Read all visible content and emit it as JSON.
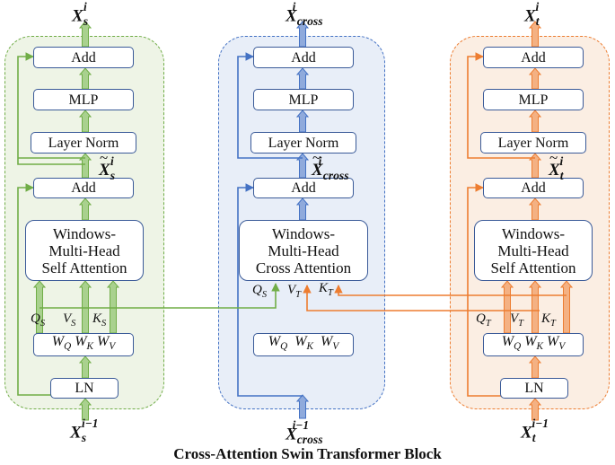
{
  "caption": "Cross-Attention Swin Transformer Block",
  "colors": {
    "green": "#70ad47",
    "blue": "#4472c4",
    "orange": "#ed7d31"
  },
  "left_block": {
    "output": {
      "base": "X",
      "sub": "s",
      "sup": "i"
    },
    "input": {
      "base": "X",
      "sub": "s",
      "sup": "i−1"
    },
    "mid": {
      "base": "X",
      "sub": "s",
      "sup": "i"
    },
    "add_top": "Add",
    "mlp": "MLP",
    "layer_norm": "Layer Norm",
    "add_bottom": "Add",
    "attention": [
      "Windows-",
      "Multi-Head",
      "Self Attention"
    ],
    "q": {
      "base": "Q",
      "sub": "S"
    },
    "v": {
      "base": "V",
      "sub": "S"
    },
    "k": {
      "base": "K",
      "sub": "S"
    },
    "wq": {
      "base": "W",
      "sub": "Q"
    },
    "wk": {
      "base": "W",
      "sub": "K"
    },
    "wv": {
      "base": "W",
      "sub": "V"
    },
    "ln": "LN"
  },
  "middle_block": {
    "output": {
      "base": "X",
      "sub": "cross",
      "sup": "i"
    },
    "input": {
      "base": "X",
      "sub": "cross",
      "sup": "i−1"
    },
    "mid": {
      "base": "X",
      "sub": "cross",
      "sup": "i"
    },
    "add_top": "Add",
    "mlp": "MLP",
    "layer_norm": "Layer Norm",
    "add_bottom": "Add",
    "attention": [
      "Windows-",
      "Multi-Head",
      "Cross Attention"
    ],
    "q": {
      "base": "Q",
      "sub": "S"
    },
    "v": {
      "base": "V",
      "sub": "T"
    },
    "k": {
      "base": "K",
      "sub": "T"
    },
    "wq": {
      "base": "W",
      "sub": "Q"
    },
    "wk": {
      "base": "W",
      "sub": "K"
    },
    "wv": {
      "base": "W",
      "sub": "V"
    }
  },
  "right_block": {
    "output": {
      "base": "X",
      "sub": "t",
      "sup": "i"
    },
    "input": {
      "base": "X",
      "sub": "t",
      "sup": "i−1"
    },
    "mid": {
      "base": "X",
      "sub": "t",
      "sup": "i"
    },
    "add_top": "Add",
    "mlp": "MLP",
    "layer_norm": "Layer Norm",
    "add_bottom": "Add",
    "attention": [
      "Windows-",
      "Multi-Head",
      "Self Attention"
    ],
    "q": {
      "base": "Q",
      "sub": "T"
    },
    "v": {
      "base": "V",
      "sub": "T"
    },
    "k": {
      "base": "K",
      "sub": "T"
    },
    "wq": {
      "base": "W",
      "sub": "Q"
    },
    "wk": {
      "base": "W",
      "sub": "K"
    },
    "wv": {
      "base": "W",
      "sub": "V"
    },
    "ln": "LN"
  }
}
